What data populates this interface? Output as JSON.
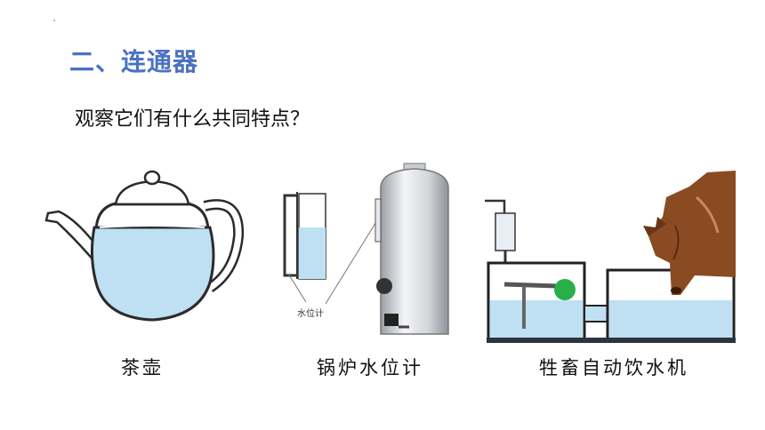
{
  "slide": {
    "section_title": "二、连通器",
    "question": "观察它们有什么共同特点？"
  },
  "figures": [
    {
      "id": "teapot",
      "caption": "茶壶"
    },
    {
      "id": "boiler",
      "caption": "锅炉水位计",
      "inner_label": "水位计"
    },
    {
      "id": "trough",
      "caption": "牲畜自动饮水机"
    }
  ],
  "colors": {
    "title": "#4a72c4",
    "water": "#bfe0f3",
    "outline": "#2b2b2b",
    "cow": "#8a4a22",
    "float_ball": "#27b04a"
  }
}
